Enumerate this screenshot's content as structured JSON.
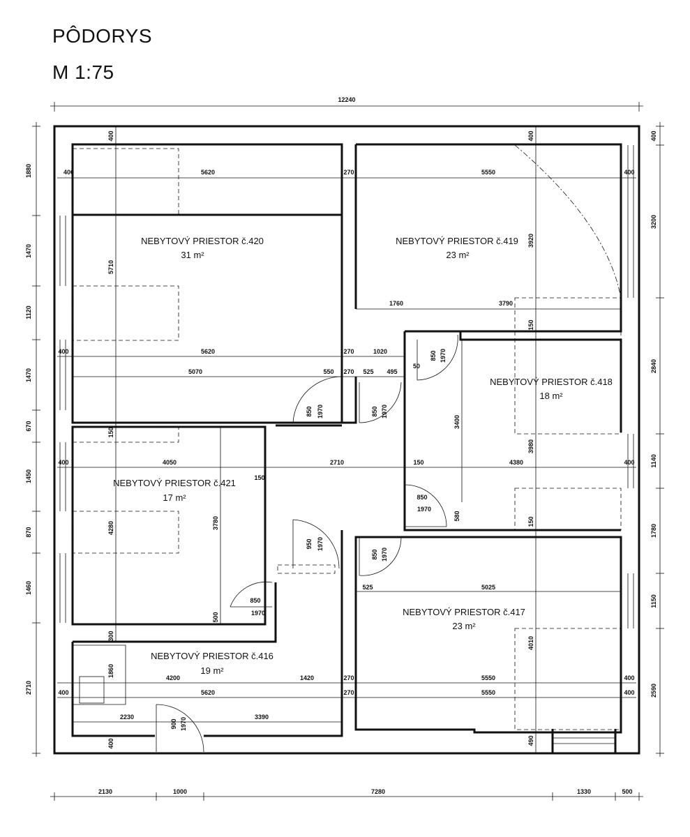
{
  "title": {
    "line1": "PÔDORYS",
    "line2": "M 1:75"
  },
  "rooms": {
    "r420": {
      "name": "NEBYTOVÝ PRIESTOR č.420",
      "area": "31 m²"
    },
    "r419": {
      "name": "NEBYTOVÝ PRIESTOR č.419",
      "area": "23 m²"
    },
    "r418": {
      "name": "NEBYTOVÝ PRIESTOR č.418",
      "area": "18 m²"
    },
    "r421": {
      "name": "NEBYTOVÝ PRIESTOR č.421",
      "area": "17 m²"
    },
    "r417": {
      "name": "NEBYTOVÝ PRIESTOR č.417",
      "area": "23 m²"
    },
    "r416": {
      "name": "NEBYTOVÝ PRIESTOR č.416",
      "area": "19 m²"
    }
  },
  "dims": {
    "top_total": "12240",
    "bottom": [
      "2130",
      "1000",
      "7280",
      "1330",
      "500"
    ],
    "left": [
      "1880",
      "1470",
      "1120",
      "1470",
      "670",
      "1450",
      "870",
      "1460",
      "2710"
    ],
    "right": [
      "400",
      "3200",
      "2840",
      "1140",
      "1780",
      "1150",
      "2590"
    ],
    "inner": {
      "d400a": "400",
      "d5620a": "5620",
      "d270a": "270",
      "d5550a": "5550",
      "d400b": "400",
      "d400top1": "400",
      "d400top2": "400",
      "d5710": "5710",
      "d3920": "3920",
      "d1760": "1760",
      "d3790": "3790",
      "d150a": "150",
      "d400c": "400",
      "d5620b": "5620",
      "d270b": "270",
      "d1020": "1020",
      "d5070": "5070",
      "d550": "550",
      "d270c": "270",
      "d525a": "525",
      "d495": "495",
      "d50": "50",
      "d3400": "3400",
      "d3980": "3980",
      "d150b": "150",
      "d150c": "150",
      "d150d": "150",
      "d400d": "400",
      "d4050": "4050",
      "d2710": "2710",
      "d4380": "4380",
      "d400e": "400",
      "d3780": "3780",
      "d4280": "4280",
      "d580": "580",
      "d150e": "150",
      "d525b": "525",
      "d5025": "5025",
      "d4010": "4010",
      "d500": "500",
      "d300": "300",
      "d1860": "1860",
      "d4200": "4200",
      "d1420": "1420",
      "d270d": "270",
      "d5550b": "5550",
      "d400f": "400",
      "d400g": "400",
      "d5620c": "5620",
      "d270e": "270",
      "d5550c": "5550",
      "d400h": "400",
      "d2230": "2230",
      "d3390": "3390",
      "d400i": "400",
      "d490": "490"
    },
    "doors": {
      "d1": {
        "w": "850",
        "h": "1970"
      },
      "d2": {
        "w": "850",
        "h": "1970"
      },
      "d3": {
        "w": "850",
        "h": "1970"
      },
      "d4": {
        "w": "850",
        "h": "1970"
      },
      "d5": {
        "w": "950",
        "h": "1970"
      },
      "d6": {
        "w": "850",
        "h": "1970"
      },
      "d7": {
        "w": "850",
        "h": "1970"
      },
      "d8": {
        "w": "900",
        "h": "1970"
      }
    }
  }
}
